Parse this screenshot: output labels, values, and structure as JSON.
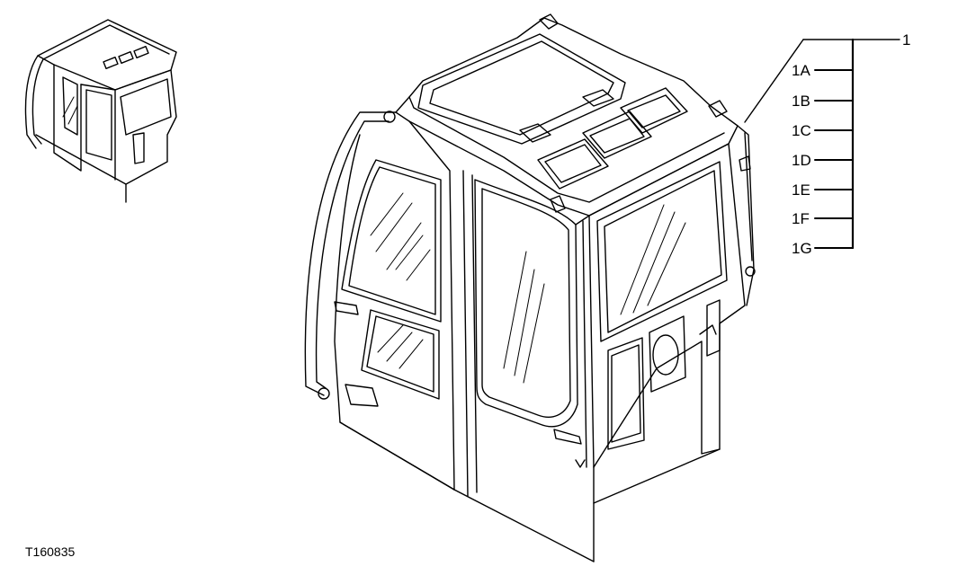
{
  "figure_id": "T160835",
  "callouts": {
    "main": "1",
    "sub": [
      "1A",
      "1B",
      "1C",
      "1D",
      "1E",
      "1F",
      "1G"
    ]
  },
  "colors": {
    "line": "#000000",
    "background": "#ffffff"
  }
}
